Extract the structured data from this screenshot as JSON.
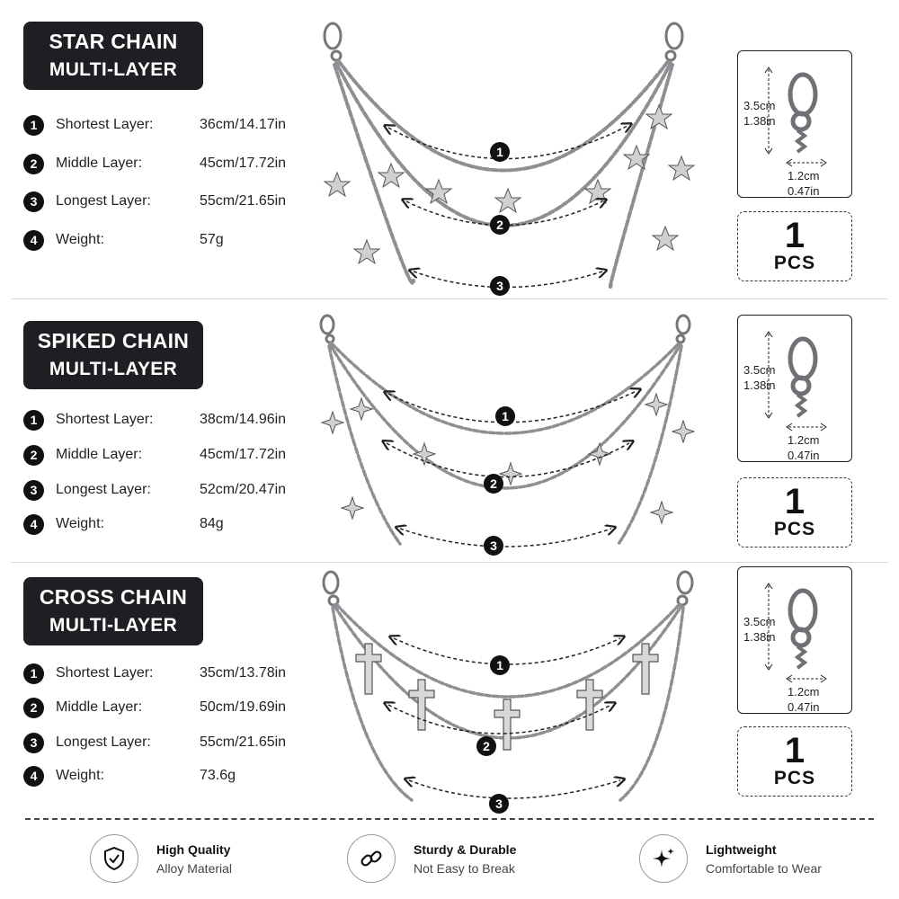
{
  "sections": [
    {
      "title_line1": "STAR CHAIN",
      "title_line2": "MULTI-LAYER",
      "specs": [
        {
          "num": "1",
          "label": "Shortest Layer:",
          "value": "36cm/14.17in"
        },
        {
          "num": "2",
          "label": "Middle Layer:",
          "value": "45cm/17.72in"
        },
        {
          "num": "3",
          "label": "Longest Layer:",
          "value": "55cm/21.65in"
        },
        {
          "num": "4",
          "label": "Weight:",
          "value": "57g"
        }
      ],
      "layer_markers": [
        "1",
        "2",
        "3"
      ],
      "charm_icon": "star-charm-icon",
      "clasp": {
        "height_cm": "3.5cm",
        "height_in": "1.38in",
        "width_cm": "1.2cm",
        "width_in": "0.47in"
      },
      "quantity": {
        "number": "1",
        "unit": "PCS"
      }
    },
    {
      "title_line1": "SPIKED CHAIN",
      "title_line2": "MULTI-LAYER",
      "specs": [
        {
          "num": "1",
          "label": "Shortest Layer:",
          "value": "38cm/14.96in"
        },
        {
          "num": "2",
          "label": "Middle Layer:",
          "value": "45cm/17.72in"
        },
        {
          "num": "3",
          "label": "Longest Layer:",
          "value": "52cm/20.47in"
        },
        {
          "num": "4",
          "label": "Weight:",
          "value": "84g"
        }
      ],
      "layer_markers": [
        "1",
        "2",
        "3"
      ],
      "charm_icon": "spiked-star-charm-icon",
      "clasp": {
        "height_cm": "3.5cm",
        "height_in": "1.38in",
        "width_cm": "1.2cm",
        "width_in": "0.47in"
      },
      "quantity": {
        "number": "1",
        "unit": "PCS"
      }
    },
    {
      "title_line1": "CROSS CHAIN",
      "title_line2": "MULTI-LAYER",
      "specs": [
        {
          "num": "1",
          "label": "Shortest Layer:",
          "value": "35cm/13.78in"
        },
        {
          "num": "2",
          "label": "Middle Layer:",
          "value": "50cm/19.69in"
        },
        {
          "num": "3",
          "label": "Longest Layer:",
          "value": "55cm/21.65in"
        },
        {
          "num": "4",
          "label": "Weight:",
          "value": "73.6g"
        }
      ],
      "layer_markers": [
        "1",
        "2",
        "3"
      ],
      "charm_icon": "cross-charm-icon",
      "clasp": {
        "height_cm": "3.5cm",
        "height_in": "1.38in",
        "width_cm": "1.2cm",
        "width_in": "0.47in"
      },
      "quantity": {
        "number": "1",
        "unit": "PCS"
      }
    }
  ],
  "features": [
    {
      "icon": "shield-check-icon",
      "title": "High Quality",
      "subtitle": "Alloy Material"
    },
    {
      "icon": "chain-link-icon",
      "title": "Sturdy & Durable",
      "subtitle": "Not Easy to Break"
    },
    {
      "icon": "sparkle-icon",
      "title": "Lightweight",
      "subtitle": "Comfortable to Wear"
    }
  ],
  "colors": {
    "title_bg": "#1e1f22",
    "chain_silver": "#8d8f93",
    "text_dark": "#1a1a1a"
  }
}
